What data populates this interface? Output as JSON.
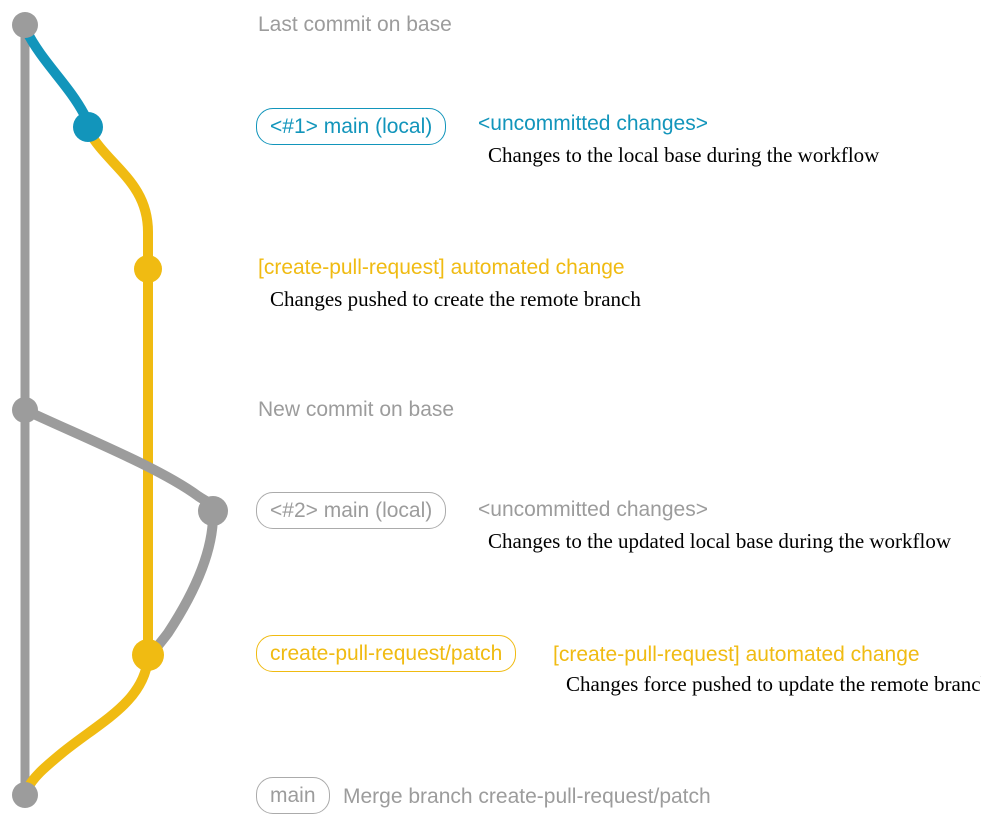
{
  "colors": {
    "gray": "#9C9C9C",
    "teal": "#1295BB",
    "yellow": "#F0BB12"
  },
  "graph": {
    "base_branch": "base (main) lane",
    "local_branch": "local changes lane",
    "remote_branch": "create-pull-request/patch lane"
  },
  "rows": {
    "last_commit": {
      "label": "Last commit on base"
    },
    "commit1": {
      "badge": "<#1> main (local)",
      "message": "<uncommitted changes>",
      "description": "Changes to the local base during the workflow"
    },
    "push1": {
      "message": "[create-pull-request] automated change",
      "description": "Changes pushed to create the remote branch"
    },
    "new_commit": {
      "label": "New commit on base"
    },
    "commit2": {
      "badge": "<#2> main (local)",
      "message": "<uncommitted changes>",
      "description": "Changes to the updated local base during the workflow"
    },
    "push2": {
      "badge": "create-pull-request/patch",
      "message": "[create-pull-request] automated change",
      "description": "Changes force pushed to update the remote branch"
    },
    "merge": {
      "badge": "main",
      "message": "Merge branch create-pull-request/patch"
    }
  }
}
